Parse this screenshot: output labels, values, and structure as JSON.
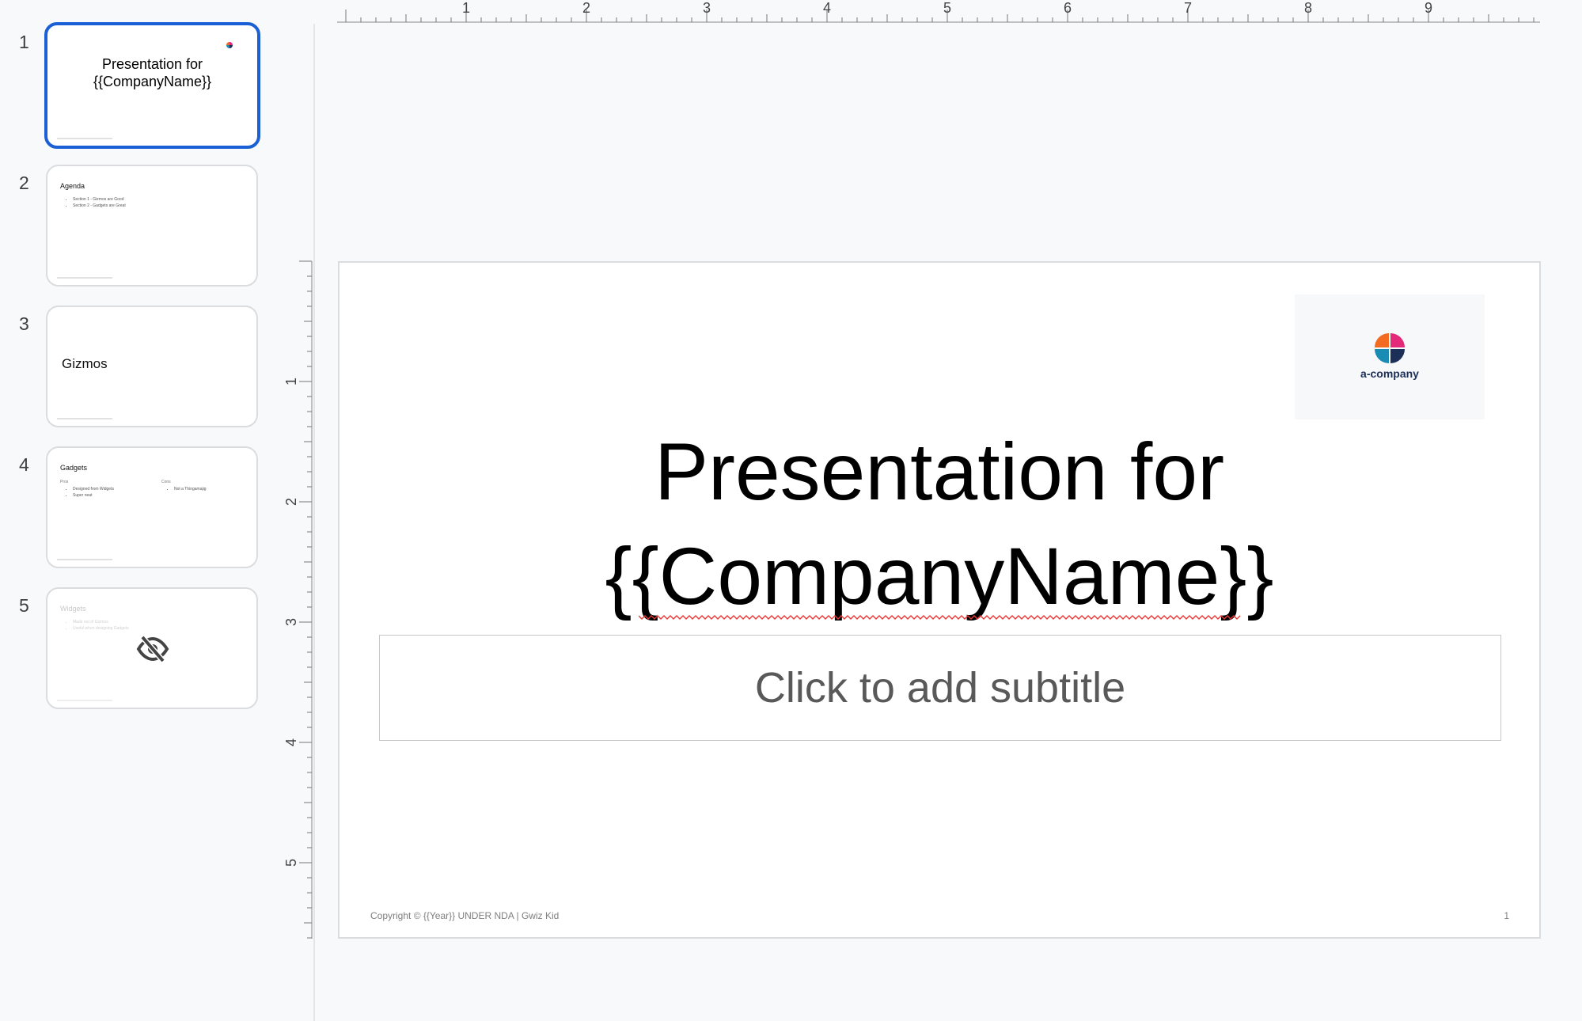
{
  "filmstrip": {
    "slides": [
      {
        "number": "1",
        "title_line1": "Presentation for",
        "title_line2": "{{CompanyName}}"
      },
      {
        "number": "2",
        "heading": "Agenda",
        "bullets": [
          "Section 1 - Gizmos are Good",
          "Section 2 - Gadgets are Great"
        ]
      },
      {
        "number": "3",
        "heading": "Gizmos"
      },
      {
        "number": "4",
        "heading": "Gadgets",
        "col1_head": "Pros",
        "col1_bullets": [
          "Designed from Widgets",
          "Super neat"
        ],
        "col2_head": "Cons",
        "col2_bullets": [
          "Not a Thingamajig"
        ]
      },
      {
        "number": "5",
        "heading": "Widgets",
        "bullets": [
          "Made out of Gizmos",
          "Useful when designing Gadgets"
        ],
        "hidden_icon": "eye-slash-icon"
      }
    ]
  },
  "ruler": {
    "horizontal_labels": [
      "1",
      "2",
      "3",
      "4",
      "5",
      "6",
      "7",
      "8",
      "9"
    ],
    "vertical_labels": [
      "1",
      "2",
      "3",
      "4",
      "5"
    ]
  },
  "slide": {
    "logo_text": "a-company",
    "title_line1": "Presentation for",
    "title_line2": "{{CompanyName}}",
    "subtitle_placeholder": "Click to add subtitle",
    "footer": "Copyright © {{Year}} UNDER NDA  |  Gwiz Kid",
    "page_number": "1"
  },
  "colors": {
    "selection": "#1a5fd6",
    "logo_orange": "#f26b21",
    "logo_pink": "#e5297a",
    "logo_teal": "#1a8bb3",
    "logo_navy": "#1c2f57"
  }
}
